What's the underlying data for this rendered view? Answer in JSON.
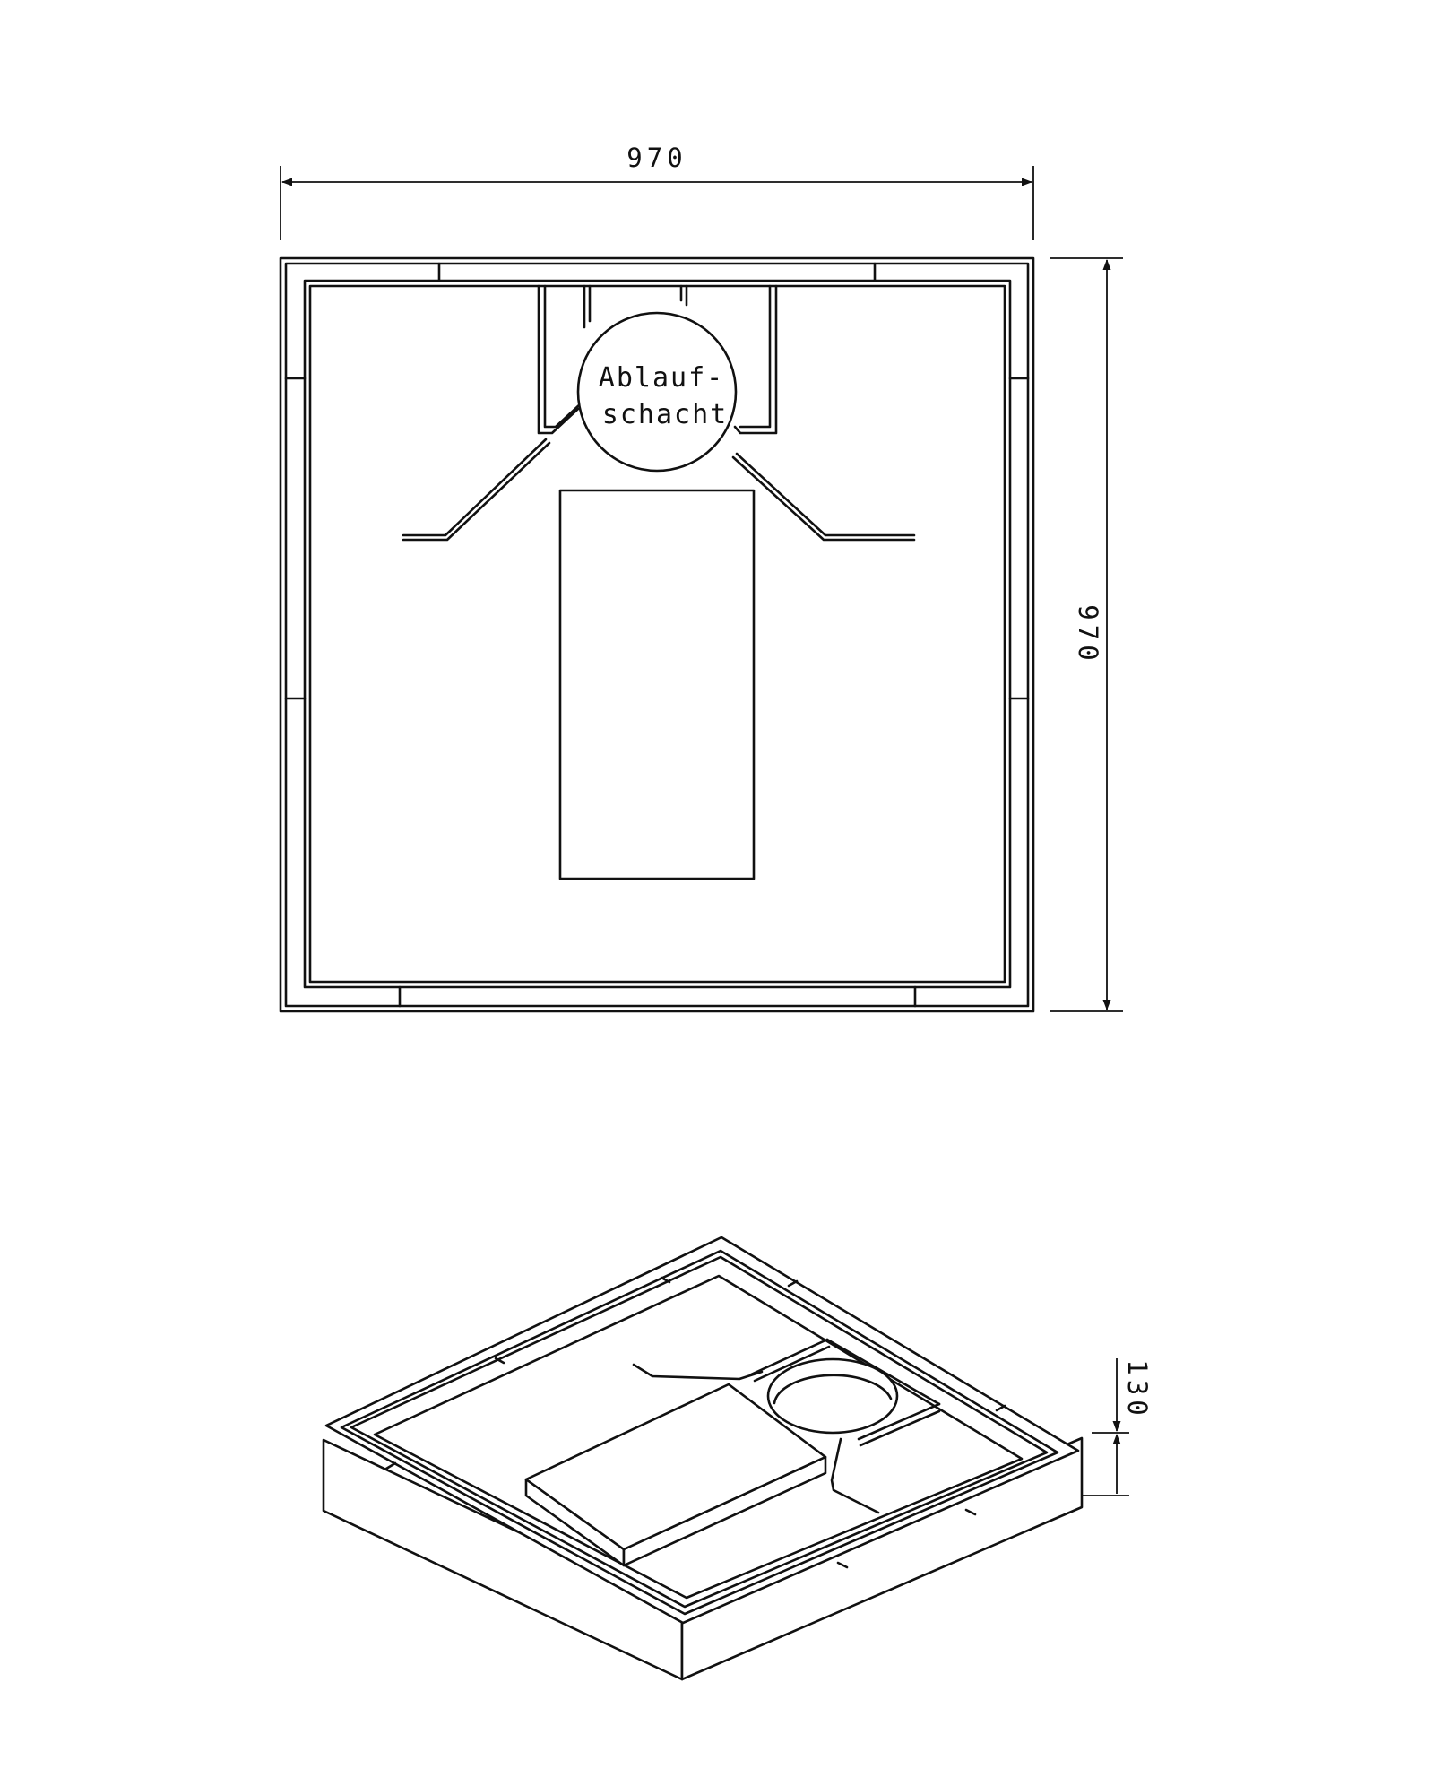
{
  "plan": {
    "width_dim": "970",
    "depth_dim": "970",
    "drain_label_line1": "Ablauf-",
    "drain_label_line2": "schacht"
  },
  "iso": {
    "height_dim": "130"
  }
}
